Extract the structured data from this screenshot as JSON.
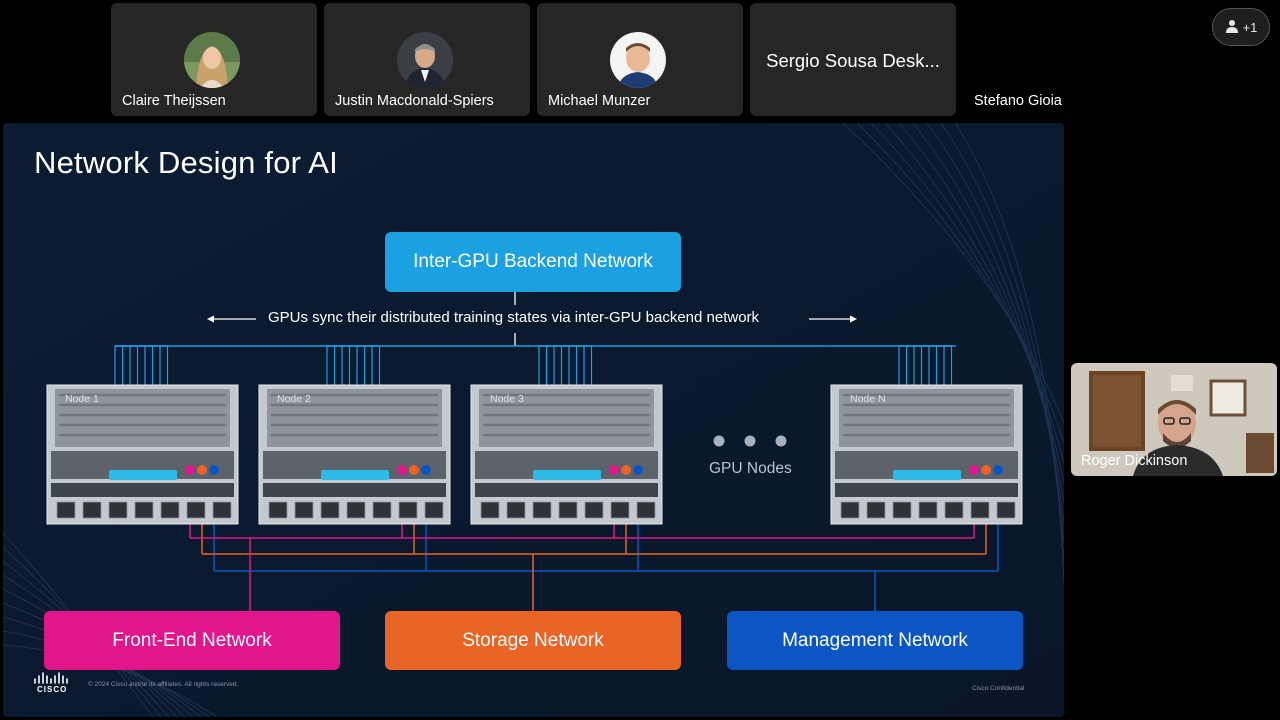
{
  "participants": [
    {
      "name": "Claire Theijssen"
    },
    {
      "name": "Justin Macdonald-Spiers"
    },
    {
      "name": "Michael Munzer"
    },
    {
      "name": "Sergio Sousa Desk..."
    },
    {
      "name": "Stefano Gioia"
    }
  ],
  "overflow": {
    "count_label": "+1",
    "icon": "person-icon"
  },
  "self_view": {
    "name": "Roger Dickinson"
  },
  "slide": {
    "title": "Network Design for AI",
    "backend_box": "Inter-GPU Backend Network",
    "caption": "GPUs sync their distributed training states via inter-GPU backend network",
    "nodes": [
      "Node 1",
      "Node 2",
      "Node 3",
      "Node N"
    ],
    "gpu_nodes_label": "GPU Nodes",
    "networks": [
      {
        "label": "Front-End Network",
        "color": "#e0168a"
      },
      {
        "label": "Storage Network",
        "color": "#ea6425"
      },
      {
        "label": "Management Network",
        "color": "#0b56c2"
      }
    ],
    "backend_color": "#1ba0e2",
    "brand": "CISCO",
    "copyright": "© 2024 Cisco and/or its affiliates. All rights reserved.",
    "confidential": "Cisco Confidential"
  }
}
